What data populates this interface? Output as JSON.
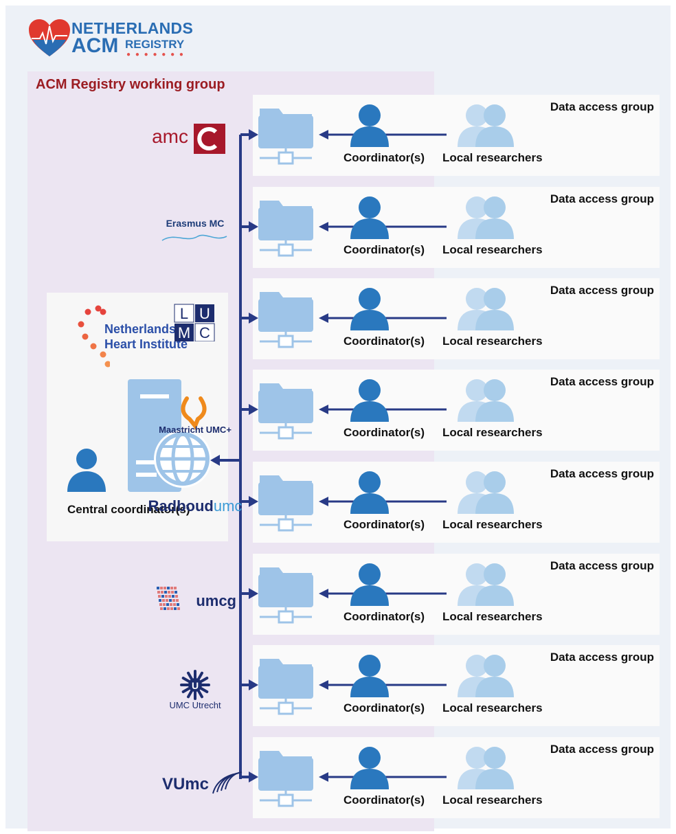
{
  "logo": {
    "line1": "NETHERLANDS",
    "line2": "ACM",
    "line3": "REGISTRY"
  },
  "working_group_title": "ACM Registry working group",
  "central": {
    "institute_line1": "Netherlands",
    "institute_line2": "Heart Institute",
    "label": "Central coordinator(s)"
  },
  "rows": [
    {
      "group_label": "Data access group",
      "coordinator_label": "Coordinator(s)",
      "researchers_label": "Local researchers",
      "institution": "amc"
    },
    {
      "group_label": "Data access group",
      "coordinator_label": "Coordinator(s)",
      "researchers_label": "Local researchers",
      "institution": "Erasmus MC"
    },
    {
      "group_label": "Data access group",
      "coordinator_label": "Coordinator(s)",
      "researchers_label": "Local researchers",
      "institution": "LUMC"
    },
    {
      "group_label": "Data access group",
      "coordinator_label": "Coordinator(s)",
      "researchers_label": "Local researchers",
      "institution": "Maastricht UMC+"
    },
    {
      "group_label": "Data access group",
      "coordinator_label": "Coordinator(s)",
      "researchers_label": "Local researchers",
      "institution": "Radboudumc"
    },
    {
      "group_label": "Data access group",
      "coordinator_label": "Coordinator(s)",
      "researchers_label": "Local researchers",
      "institution": "umcg"
    },
    {
      "group_label": "Data access group",
      "coordinator_label": "Coordinator(s)",
      "researchers_label": "Local researchers",
      "institution": "UMC Utrecht"
    },
    {
      "group_label": "Data access group",
      "coordinator_label": "Coordinator(s)",
      "researchers_label": "Local researchers",
      "institution": "VUmc"
    }
  ],
  "colors": {
    "arrow": "#283a86",
    "folder": "#9ec4e8",
    "person_dark": "#2a78be",
    "person_light": "#a9cdea",
    "title_red": "#9b1c22",
    "logo_blue": "#2a6db3"
  }
}
